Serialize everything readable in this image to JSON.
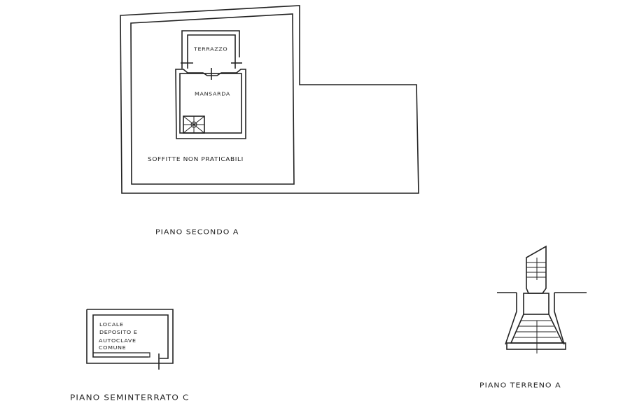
{
  "plan_secondo": {
    "title": "PIANO SECONDO A",
    "rooms": {
      "terrace": "TERRAZZO",
      "attic": "MANSARDA",
      "roof_space": "SOFFITTE NON PRATICABILI"
    }
  },
  "plan_seminterrato": {
    "title": "PIANO SEMINTERRATO C",
    "room_lines": [
      "LOCALE",
      "DEPOSITO E",
      "AUTOCLAVE",
      "COMUNE"
    ]
  },
  "plan_terreno": {
    "title": "PIANO TERRENO A"
  }
}
